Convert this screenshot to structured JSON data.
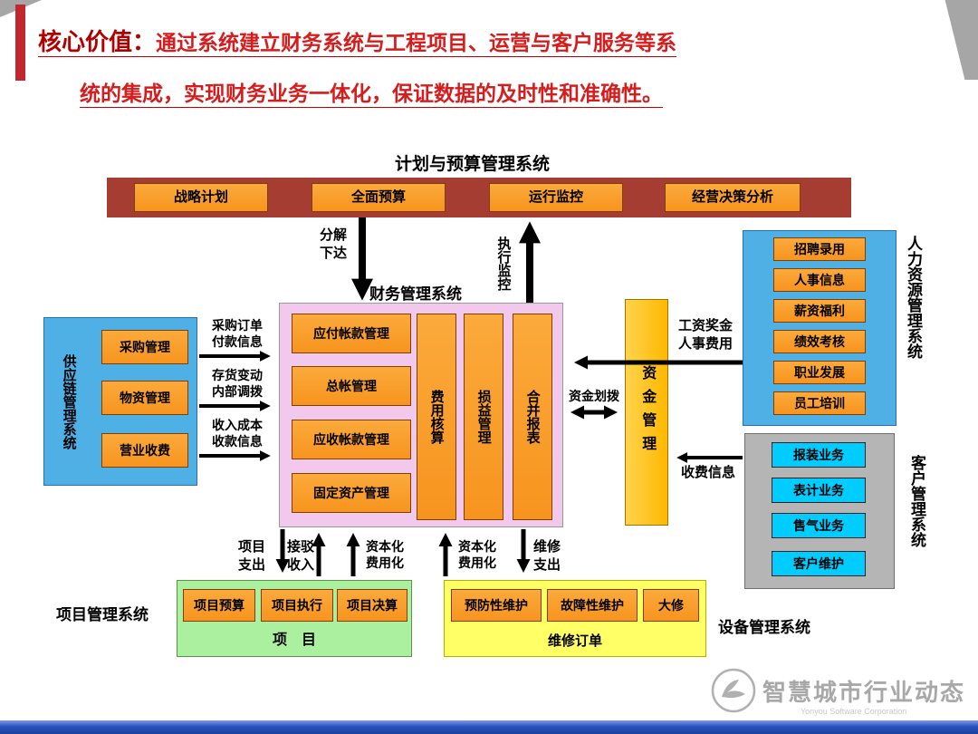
{
  "header": {
    "label": "核心价值：",
    "line1": "通过系统建立财务系统与工程项目、运营与客户服务等系",
    "line2": "统的集成，实现财务业务一体化，保证数据的及时性和准确性。"
  },
  "planning": {
    "title": "计划与预算管理系统",
    "items": [
      "战略计划",
      "全面预算",
      "运行监控",
      "经营决策分析"
    ]
  },
  "finance": {
    "title": "财务管理系统",
    "left_items": [
      "应付帐款管理",
      "总帐管理",
      "应收帐款管理",
      "固定资产管理"
    ],
    "vertical_items": [
      "费用核算",
      "损益管理",
      "合并报表"
    ]
  },
  "supply_chain": {
    "title": "供应链管理系统",
    "items": [
      "采购管理",
      "物资管理",
      "营业收费"
    ]
  },
  "funds": {
    "label": "资金管理"
  },
  "hr": {
    "title": "人力资源管理系统",
    "items": [
      "招聘录用",
      "人事信息",
      "薪资福利",
      "绩效考核",
      "职业发展",
      "员工培训"
    ]
  },
  "customer": {
    "title": "客户管理系统",
    "items": [
      "报装业务",
      "表计业务",
      "售气业务",
      "客户维护"
    ]
  },
  "project": {
    "system_label": "项目管理系统",
    "items": [
      "项目预算",
      "项目执行",
      "项目决算"
    ],
    "group_label": "项　目"
  },
  "equipment": {
    "system_label": "设备管理系统",
    "items": [
      "预防性维护",
      "故障性维护",
      "大修"
    ],
    "group_label": "维修订单"
  },
  "flows": {
    "decompose": "分解\n下达",
    "exec_monitor": "执行监控",
    "purchase": "采购订单\n付款信息",
    "inventory": "存货变动\n内部调拨",
    "revenue": "收入成本\n收款信息",
    "salary": "工资奖金\n人事费用",
    "fund_transfer": "资金划拨",
    "charge_info": "收费信息",
    "project_expense": "项目\n支出",
    "connection_income": "接驳\n收入",
    "capitalization_left": "资本化\n费用化",
    "capitalization_right": "资本化\n费用化",
    "maintenance_expense": "维修\n支出"
  },
  "watermark": {
    "name": "智慧城市行业动态",
    "company": "Yonyou Software Corporation"
  },
  "colors": {
    "accent_red": "#c00000",
    "bar_red": "#a63d33",
    "orange": "#f7941e",
    "pink": "#f2c8ec",
    "blue": "#4fb0e6",
    "gold": "#ffc000",
    "cyan": "#00ccff",
    "gray": "#b5b5b5",
    "green": "#aaf09e",
    "yellow": "#ffff66",
    "bottom_blue": "#2a52be"
  }
}
